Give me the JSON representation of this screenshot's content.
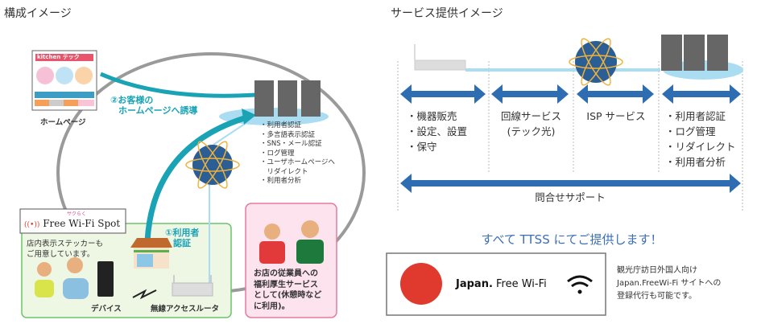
{
  "left": {
    "title": "構成イメージ",
    "homepage": {
      "brand": "kitchen",
      "brand_sub": "テック",
      "label": "ホームページ"
    },
    "redirect_label": [
      "②お客様の",
      "ホームページへ誘導"
    ],
    "server_features": [
      "・利用者認証",
      "・多言語表示認証",
      "・SNS・メール認証",
      "・ログ管理",
      "・ユーザホームページへ",
      "　リダイレクト",
      "・利用者分析"
    ],
    "spot_label": {
      "small": "サクらく",
      "text": "Free Wi-Fi Spot"
    },
    "sticker_text": [
      "店内表示ステッカーも",
      "ご用意しています。"
    ],
    "auth_label": [
      "①利用者",
      "認証"
    ],
    "device_label": "デバイス",
    "router_label": "無線アクセスルータ",
    "staff_text": [
      "お店の従業員への",
      "福利厚生サービス",
      "として(休憩時など",
      "に利用)。"
    ]
  },
  "right": {
    "title": "サービス提供イメージ",
    "columns": [
      {
        "lines": [
          "・機器販売",
          "・設定、設置",
          "・保守"
        ]
      },
      {
        "lines": [
          "回線サービス",
          "(テック光)"
        ]
      },
      {
        "lines": [
          "ISP サービス"
        ]
      },
      {
        "lines": [
          "・利用者認証",
          "・ログ管理",
          "・リダイレクト",
          "・利用者分析"
        ]
      }
    ],
    "support_label": "問合せサポート",
    "tagline": "すべて TTSS にてご提供します！",
    "logo_text": {
      "bold": "Japan.",
      "rest": " Free Wi-Fi"
    },
    "note": [
      "観光庁訪日外国人向け",
      "Japan.FreeWi-Fi サイトへの",
      "登録代行も可能です。"
    ]
  },
  "colors": {
    "teal": "#19a3b5",
    "arrow_blue": "#2f6db3",
    "light_blue": "#aadcf2",
    "green_border": "#6cc36c",
    "pink_border": "#e67aa0",
    "logo_red": "#e03a2e"
  }
}
